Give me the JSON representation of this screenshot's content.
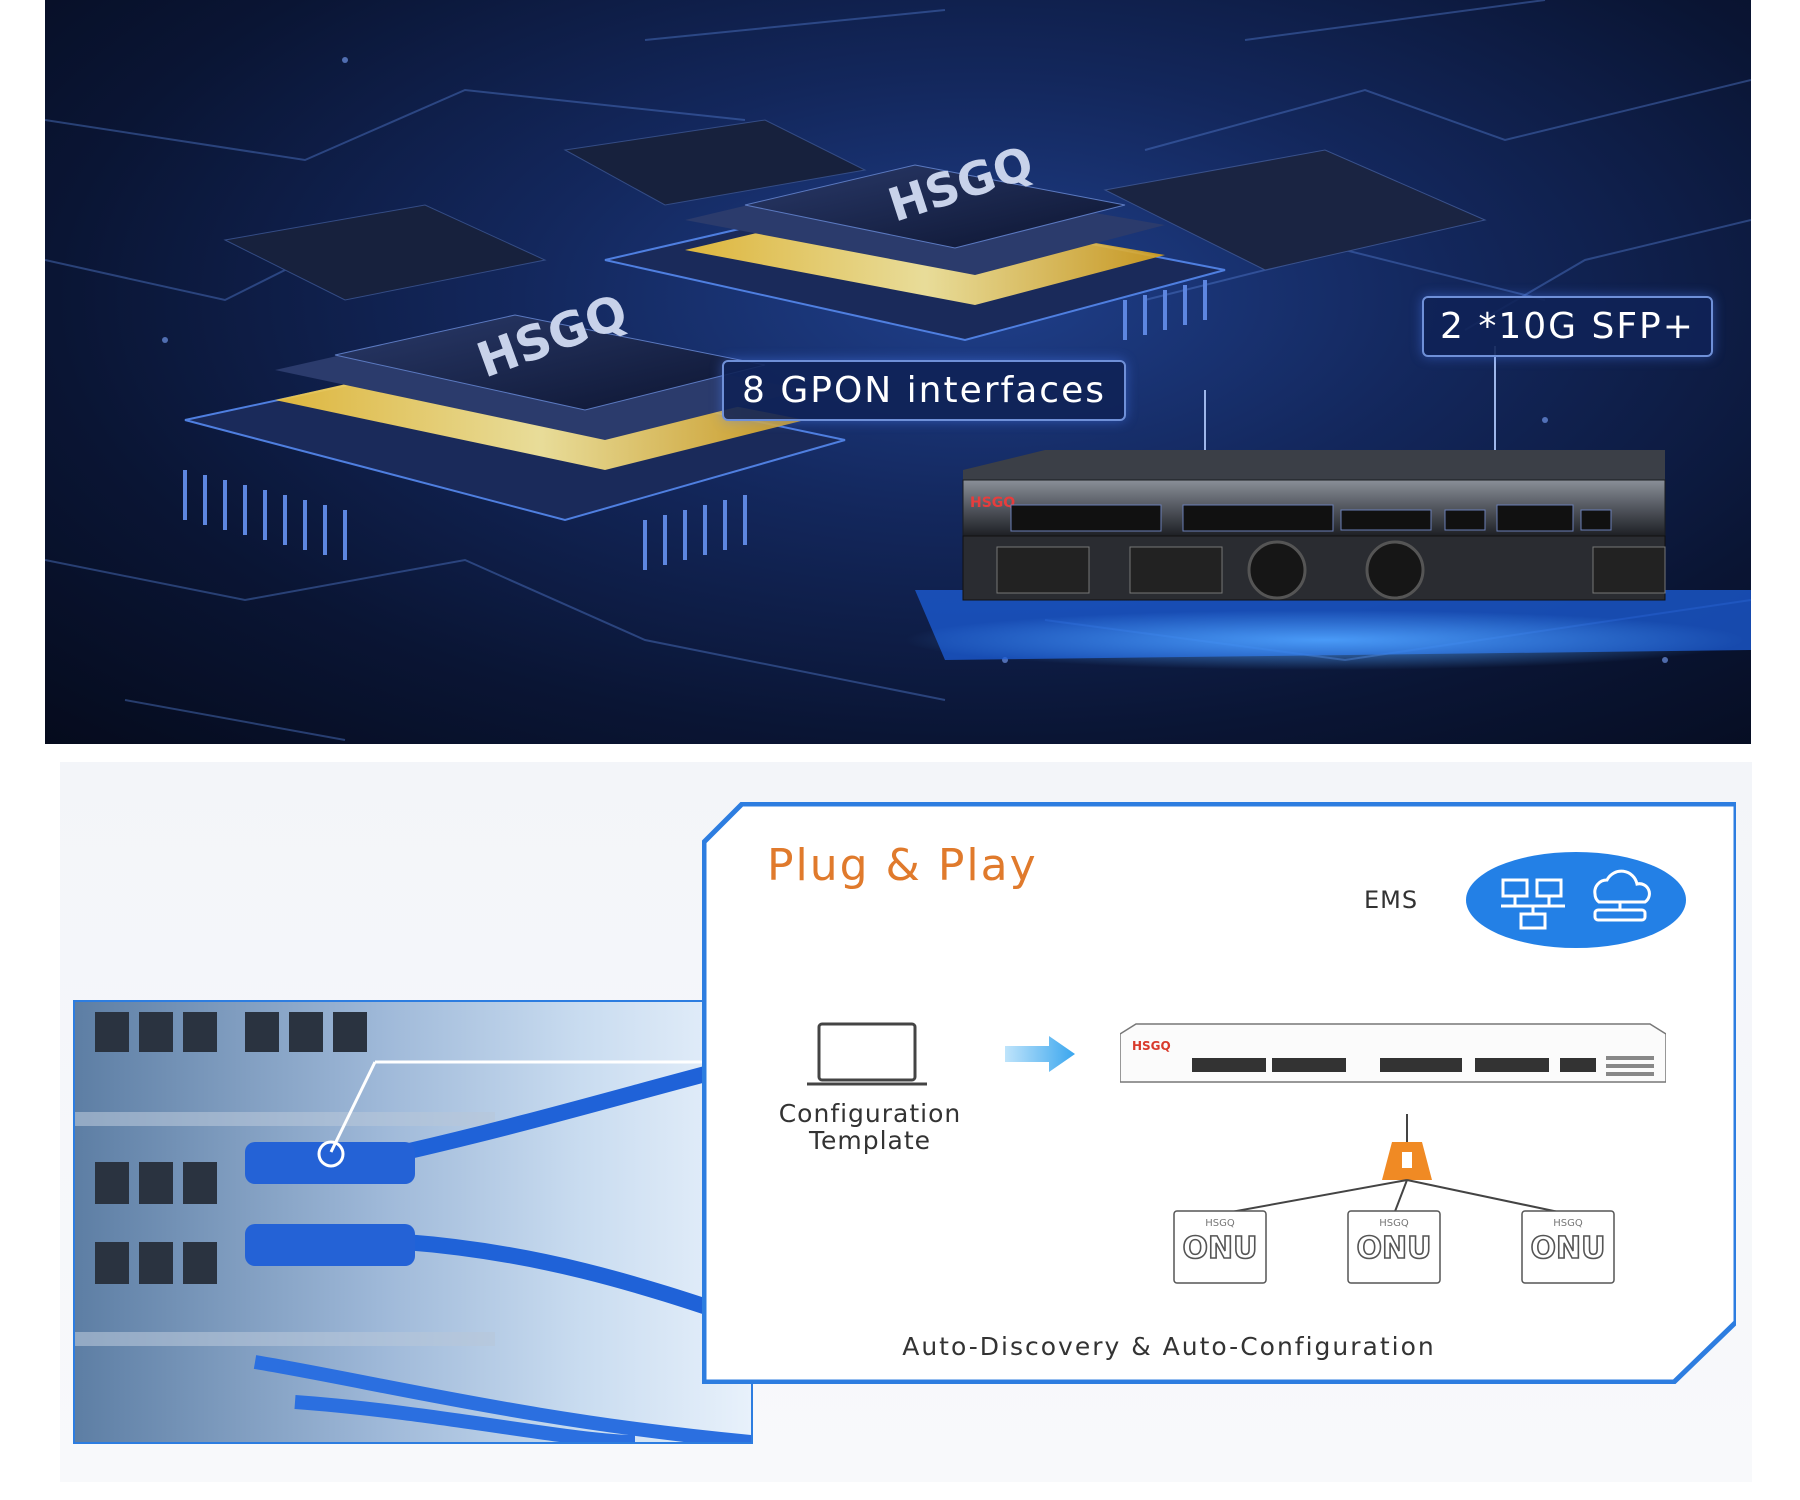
{
  "hero": {
    "callout_gpon": "8 GPON interfaces",
    "callout_sfp": "2 *10G SFP+",
    "chip_brand": "HSGQ",
    "device_brand": "HSGQ"
  },
  "plug_play": {
    "title": "Plug & Play",
    "ems_label": "EMS",
    "config_line1": "Configuration",
    "config_line2": "Template",
    "olt_brand": "HSGQ",
    "onu_brand": "HSGQ",
    "onu_label": "ONU",
    "footer": "Auto-Discovery & Auto-Configuration"
  },
  "colors": {
    "accent_orange": "#e07a2c",
    "frame_blue": "#2d7de0",
    "hero_blue": "#13275c"
  },
  "icons": [
    "chip-icon",
    "olt-device-icon",
    "ems-network-icon",
    "cloud-icon",
    "laptop-icon",
    "arrow-right-icon",
    "splitter-icon",
    "onu-icon"
  ]
}
